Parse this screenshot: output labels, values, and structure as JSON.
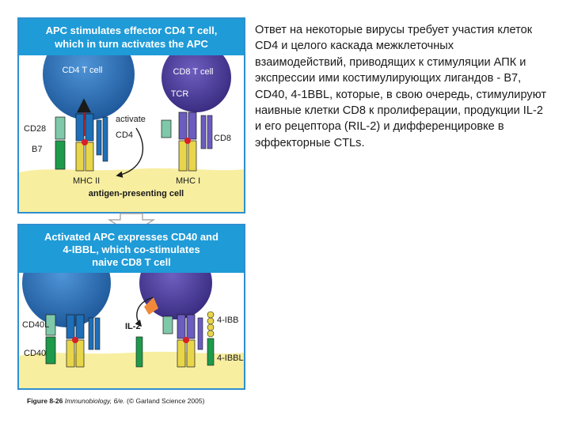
{
  "figure": {
    "panel_top": {
      "title_line1": "APC stimulates effector CD4 T cell,",
      "title_line2": "which in turn activates the APC",
      "cd4_cell": "CD4 T cell",
      "cd8_cell": "CD8 T cell",
      "tcr": "TCR",
      "cd28": "CD28",
      "b7": "B7",
      "cd4": "CD4",
      "activate": "activate",
      "cd8": "CD8",
      "mhc2": "MHC II",
      "mhc1": "MHC I",
      "apc": "antigen-presenting cell"
    },
    "panel_bottom": {
      "title_line1": "Activated APC expresses CD40 and",
      "title_line2": "4-IBBL, which co-stimulates",
      "title_line3": "naive CD8 T cell",
      "cd40l": "CD40L",
      "cd40": "CD40",
      "il2": "IL-2",
      "4ibb": "4-IBB",
      "4ibbl": "4-IBBL"
    },
    "caption_prefix": "Figure 8-26",
    "caption_book": " Immunobiology, 6/e.",
    "caption_rest": " (© Garland Science 2005)"
  },
  "description": "Ответ на некоторые вирусы требует участия клеток CD4 и целого каскада межклеточных взаимодействий, приводящих к стимуляции АПК и экспрессии ими костимулирующих лигандов - B7, CD40, 4-1BBL, которые, в свою очередь, стимулируют наивные клетки CD8 к пролиферации, продукции IL-2 и его рецептора (RIL-2) и дифференцировке в эффекторные CTLs.",
  "colors": {
    "header_blue": "#1f9bd7",
    "cd4_cell": "#2a6fb0",
    "cd8_cell": "#4d3f9c",
    "apc": "#f7eea0",
    "panel_border": "#2e8fd0"
  }
}
